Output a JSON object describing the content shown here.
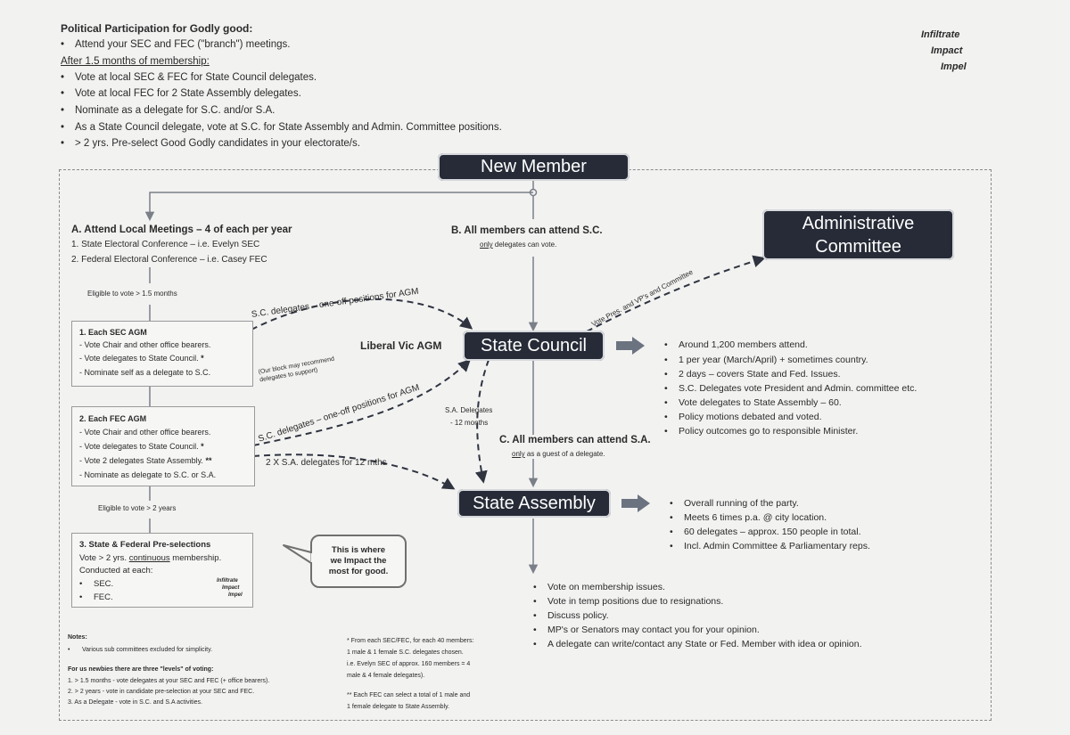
{
  "header": {
    "title": "Political Participation for Godly good:",
    "bullet_1": "Attend your SEC and FEC (\"branch\") meetings.",
    "after_heading": "After 1.5 months of membership:",
    "after_items": [
      "Vote at local SEC & FEC for State Council delegates.",
      "Vote at local FEC for 2 State Assembly delegates.",
      "Nominate as a delegate for S.C. and/or S.A.",
      "As a State Council delegate, vote at S.C. for State Assembly and Admin. Committee positions.",
      "> 2 yrs. Pre-select Good Godly candidates in your electorate/s."
    ]
  },
  "motto": {
    "line1": "Infiltrate",
    "line2": "Impact",
    "line3": "Impel"
  },
  "nodes": {
    "new_member": "New Member",
    "admin_committee_1": "Administrative",
    "admin_committee_2": "Committee",
    "state_council": "State Council",
    "state_assembly": "State Assembly",
    "liberal_vic_agm": "Liberal Vic AGM"
  },
  "section_a": {
    "title": "A.  Attend Local Meetings – 4 of each per year",
    "item1": "1.  State Electoral Conference – i.e. Evelyn SEC",
    "item2": "2.  Federal Electoral Conference – i.e. Casey FEC",
    "eligible_15": "Eligible to vote > 1.5 months",
    "eligible_2": "Eligible to vote > 2 years"
  },
  "section_b": {
    "title": "B.  All members can attend S.C.",
    "note_only": "only",
    "note_rest": " delegates can vote."
  },
  "section_c": {
    "title": "C.  All members can attend S.A.",
    "note_only": "only",
    "note_rest": " as a guest of a delegate."
  },
  "sec_agm": {
    "title": "1. Each SEC AGM",
    "l1": "- Vote Chair and other office bearers.",
    "l2": "- Vote delegates to State Council.",
    "star": "*",
    "l3": "- Nominate self as a delegate to S.C."
  },
  "fec_agm": {
    "title": "2. Each FEC AGM",
    "l1": "- Vote Chair and other office bearers.",
    "l2": "- Vote delegates to State Council.",
    "star1": "*",
    "l3": "- Vote 2 delegates State Assembly.",
    "star2": "**",
    "l4": "- Nominate as delegate to S.C. or S.A."
  },
  "preselection": {
    "title": "3. State & Federal Pre-selections",
    "l1a": "Vote > 2 yrs. ",
    "l1b": "continuous",
    "l1c": " membership.",
    "l2": "Conducted at each:",
    "sec": "SEC.",
    "fec": "FEC.",
    "m1": "Infiltrate",
    "m2": "Impact",
    "m3": "Impel"
  },
  "callout": {
    "line1": "This is where",
    "line2": "we Impact the",
    "line3": "most for good."
  },
  "edge_labels": {
    "sc_delegates_1": "S.C. delegates – one-off  positions for AGM",
    "sc_delegates_2": "S.C. delegates – one-off  positions for AGM",
    "sa_delegates_fec": "2 X S.A. delegates for 12 mths",
    "vote_pres": "Vote Pres. and VP's and Committee",
    "sa_delegates_1": "S.A. Delegates",
    "sa_delegates_2": "- 12 months",
    "block_1": "(Our block may recommend",
    "block_2": "delegates to support)"
  },
  "state_council_facts": [
    "Around 1,200 members attend.",
    "1 per year (March/April) + sometimes country.",
    "2 days – covers State and Fed. Issues.",
    "S.C. Delegates vote President and Admin. committee etc.",
    "Vote delegates to State Assembly – 60.",
    "Policy motions debated and voted.",
    "Policy outcomes go to responsible Minister."
  ],
  "state_assembly_facts": [
    "Overall running of the party.",
    "Meets 6 times p.a. @ city location.",
    "60 delegates – approx. 150 people in total.",
    "Incl. Admin Committee & Parliamentary reps."
  ],
  "assembly_outcomes": [
    "Vote on membership issues.",
    "Vote in temp positions due to resignations.",
    "Discuss policy.",
    "MP's or Senators may contact you for your opinion.",
    "A delegate can write/contact any State or Fed. Member with idea or opinion."
  ],
  "notes": {
    "title": "Notes:",
    "n1": "Various sub committees excluded for simplicity.",
    "levels_title": "For us newbies there are three \"levels\" of voting:",
    "lv1": "1.  > 1.5 months - vote delegates at your SEC and FEC (+ office bearers).",
    "lv2": "2.  > 2 years - vote in candidate pre-selection at your SEC and FEC.",
    "lv3": "3.  As a Delegate - vote in S.C. and S.A activities."
  },
  "footnotes": {
    "f1a": "*  From each SEC/FEC, for each 40 members:",
    "f1b": "1 male & 1 female S.C. delegates chosen.",
    "f1c": "i.e. Evelyn SEC of approx. 160 members = 4",
    "f1d": "male & 4 female delegates).",
    "f2a": "**  Each FEC can select a total of 1 male and",
    "f2b": "1 female delegate to State Assembly."
  },
  "colors": {
    "node_fill": "#262b37",
    "line": "#7a7f88",
    "arrow_big": "#6c7380"
  },
  "icons": [
    "big-right-arrow-icon",
    "down-arrow-icon",
    "dashed-arrow-icon"
  ]
}
